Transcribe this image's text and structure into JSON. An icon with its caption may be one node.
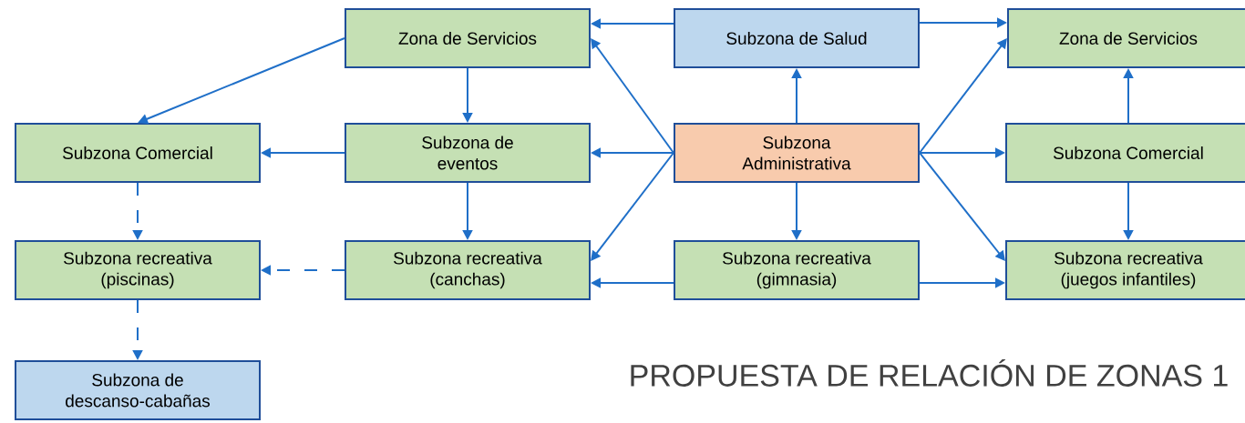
{
  "diagram": {
    "nodes": [
      {
        "text": [
          "Zona de Servicios"
        ]
      },
      {
        "text": [
          "Subzona de Salud"
        ]
      },
      {
        "text": [
          "Zona de Servicios"
        ]
      },
      {
        "text": [
          "Subzona Comercial"
        ]
      },
      {
        "text": [
          "Subzona de eventos"
        ]
      },
      {
        "text": [
          "Subzona Administrativa"
        ]
      },
      {
        "text": [
          "Subzona Comercial"
        ]
      },
      {
        "text": [
          "Subzona recreativa (piscinas)"
        ]
      },
      {
        "text": [
          "Subzona recreativa (canchas)"
        ]
      },
      {
        "text": [
          "Subzona recreativa (gimnasia)"
        ]
      },
      {
        "text": [
          "Subzona recreativa (juegos infantiles)"
        ]
      },
      {
        "text": [
          "Subzona de descanso-cabañas"
        ]
      }
    ],
    "edges": [
      {
        "from": 0,
        "to": 3,
        "arrow": "to"
      },
      {
        "from": 0,
        "to": 4,
        "arrow": "to"
      },
      {
        "from": 4,
        "to": 3,
        "arrow": "to"
      },
      {
        "from": 4,
        "to": 8,
        "arrow": "to"
      },
      {
        "from": 3,
        "to": 7,
        "arrow": "to",
        "style": "dashed"
      },
      {
        "from": 8,
        "to": 7,
        "arrow": "to",
        "style": "dashed"
      },
      {
        "from": 7,
        "to": 11,
        "arrow": "to",
        "style": "dashed"
      },
      {
        "from": 1,
        "to": 0,
        "arrow": "to"
      },
      {
        "from": 1,
        "to": 2,
        "arrow": "to"
      },
      {
        "from": 5,
        "to": 1,
        "arrow": "to"
      },
      {
        "from": 5,
        "to": 0,
        "arrow": "to"
      },
      {
        "from": 5,
        "to": 4,
        "arrow": "to"
      },
      {
        "from": 5,
        "to": 8,
        "arrow": "to"
      },
      {
        "from": 5,
        "to": 9,
        "arrow": "to"
      },
      {
        "from": 5,
        "to": 2,
        "arrow": "to"
      },
      {
        "from": 5,
        "to": 6,
        "arrow": "to"
      },
      {
        "from": 5,
        "to": 10,
        "arrow": "to"
      },
      {
        "from": 9,
        "to": 8,
        "arrow": "to"
      },
      {
        "from": 9,
        "to": 10,
        "arrow": "to"
      },
      {
        "from": 6,
        "to": 2,
        "arrow": "to"
      },
      {
        "from": 6,
        "to": 10,
        "arrow": "to"
      }
    ],
    "title": "PROPUESTA DE RELACIÓN DE ZONAS 1"
  }
}
